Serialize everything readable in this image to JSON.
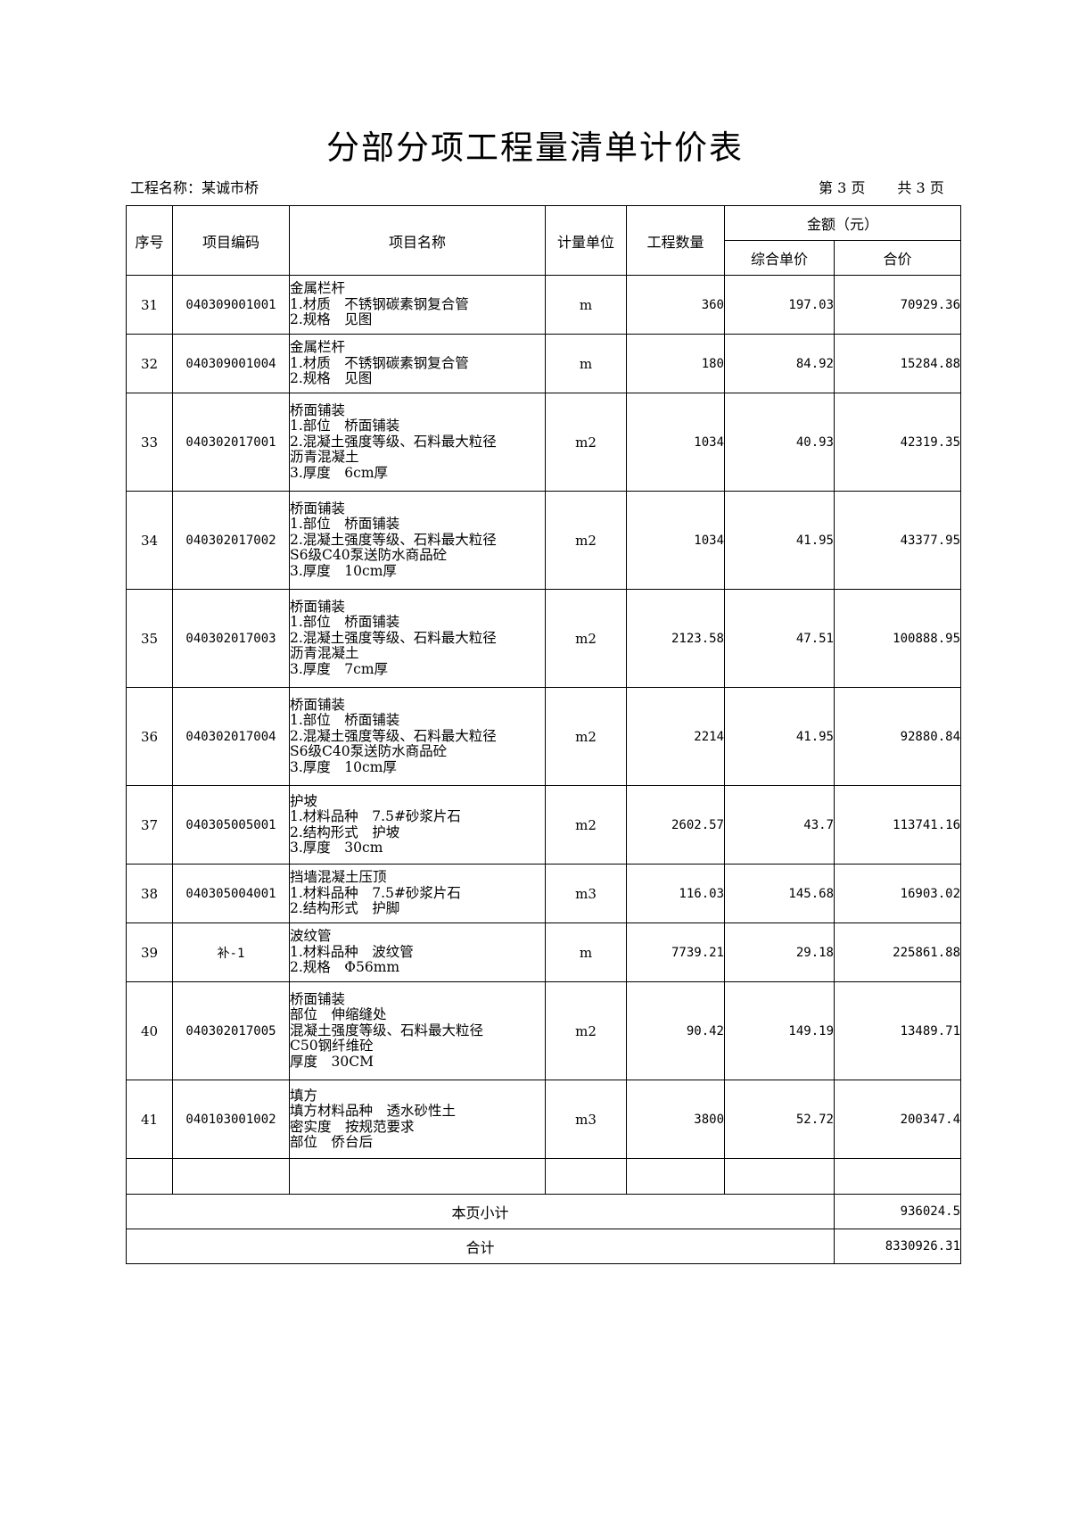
{
  "title": "分部分项工程量清单计价表",
  "project_label": "工程名称：某诚市桥",
  "page_current": "第 3 页",
  "page_total": "共 3 页",
  "headers": {
    "seq": "序号",
    "code": "项目编码",
    "name": "项目名称",
    "unit": "计量单位",
    "qty": "工程数量",
    "amount": "金额（元）",
    "unit_price": "综合单价",
    "total": "合价"
  },
  "rows": [
    {
      "seq": "31",
      "code": "040309001001",
      "name": [
        "金属栏杆",
        "1.材质　不锈钢碳素钢复合管",
        "2.规格　见图"
      ],
      "unit": "m",
      "qty": "360",
      "price": "197.03",
      "total": "70929.36"
    },
    {
      "seq": "32",
      "code": "040309001004",
      "name": [
        "金属栏杆",
        "1.材质　不锈钢碳素钢复合管",
        "2.规格　见图"
      ],
      "unit": "m",
      "qty": "180",
      "price": "84.92",
      "total": "15284.88"
    },
    {
      "seq": "33",
      "code": "040302017001",
      "name": [
        "桥面铺装",
        "1.部位　桥面铺装",
        "2.混凝土强度等级、石料最大粒径",
        "沥青混凝土",
        "3.厚度　6cm厚"
      ],
      "unit": "m2",
      "qty": "1034",
      "price": "40.93",
      "total": "42319.35"
    },
    {
      "seq": "34",
      "code": "040302017002",
      "name": [
        "桥面铺装",
        "1.部位　桥面铺装",
        "2.混凝土强度等级、石料最大粒径",
        "S6级C40泵送防水商品砼",
        "3.厚度　10cm厚"
      ],
      "unit": "m2",
      "qty": "1034",
      "price": "41.95",
      "total": "43377.95"
    },
    {
      "seq": "35",
      "code": "040302017003",
      "name": [
        "桥面铺装",
        "1.部位　桥面铺装",
        "2.混凝土强度等级、石料最大粒径",
        "沥青混凝土",
        "3.厚度　7cm厚"
      ],
      "unit": "m2",
      "qty": "2123.58",
      "price": "47.51",
      "total": "100888.95"
    },
    {
      "seq": "36",
      "code": "040302017004",
      "name": [
        "桥面铺装",
        "1.部位　桥面铺装",
        "2.混凝土强度等级、石料最大粒径",
        "S6级C40泵送防水商品砼",
        "3.厚度　10cm厚"
      ],
      "unit": "m2",
      "qty": "2214",
      "price": "41.95",
      "total": "92880.84"
    },
    {
      "seq": "37",
      "code": "040305005001",
      "name": [
        "护坡",
        "1.材料品种　7.5#砂浆片石",
        "2.结构形式　护坡",
        "3.厚度　30cm"
      ],
      "unit": "m2",
      "qty": "2602.57",
      "price": "43.7",
      "total": "113741.16"
    },
    {
      "seq": "38",
      "code": "040305004001",
      "name": [
        "挡墙混凝土压顶",
        "1.材料品种　7.5#砂浆片石",
        "2.结构形式　护脚"
      ],
      "unit": "m3",
      "qty": "116.03",
      "price": "145.68",
      "total": "16903.02"
    },
    {
      "seq": "39",
      "code": "补-1",
      "name": [
        "波纹管",
        "1.材料品种　波纹管",
        "2.规格　Φ56mm"
      ],
      "unit": "m",
      "qty": "7739.21",
      "price": "29.18",
      "total": "225861.88"
    },
    {
      "seq": "40",
      "code": "040302017005",
      "name": [
        "桥面铺装",
        "部位　伸缩缝处",
        "混凝土强度等级、石料最大粒径",
        "C50钢纤维砼",
        "厚度　30CM"
      ],
      "unit": "m2",
      "qty": "90.42",
      "price": "149.19",
      "total": "13489.71"
    },
    {
      "seq": "41",
      "code": "040103001002",
      "name": [
        "填方",
        "填方材料品种　透水砂性土",
        "密实度　按规范要求",
        "部位　侨台后"
      ],
      "unit": "m3",
      "qty": "3800",
      "price": "52.72",
      "total": "200347.4"
    }
  ],
  "page_subtotal_label": "本页小计",
  "page_subtotal": "936024.5",
  "grand_total_label": "合计",
  "grand_total": "8330926.31"
}
